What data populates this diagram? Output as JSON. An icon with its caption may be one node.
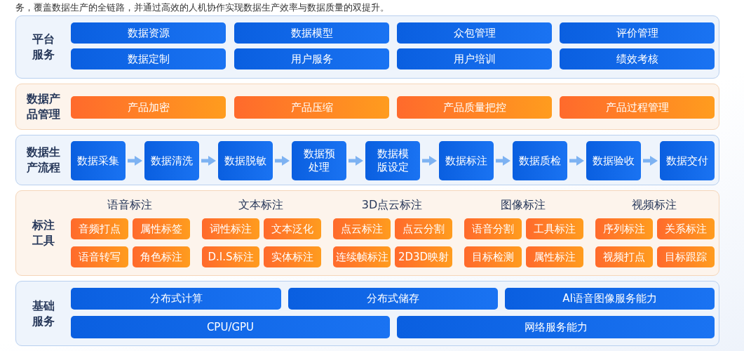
{
  "diagram": {
    "nodes": [
      {
        "text": [
          "平台服务"
        ]
      },
      {
        "text": [
          "数据资源"
        ],
        "in": 0
      },
      {
        "text": [
          "数据模型"
        ],
        "in": 0
      },
      {
        "text": [
          "众包管理"
        ],
        "in": 0
      },
      {
        "text": [
          "评价管理"
        ],
        "in": 0
      },
      {
        "text": [
          "数据定制"
        ],
        "in": 0
      },
      {
        "text": [
          "用户服务"
        ],
        "in": 0
      },
      {
        "text": [
          "用户培训"
        ],
        "in": 0
      },
      {
        "text": [
          "绩效考核"
        ],
        "in": 0
      },
      {
        "text": [
          "数据产品管理"
        ]
      },
      {
        "text": [
          "产品加密"
        ],
        "in": 9
      },
      {
        "text": [
          "产品压缩"
        ],
        "in": 9
      },
      {
        "text": [
          "产品质量把控"
        ],
        "in": 9
      },
      {
        "text": [
          "产品过程管理"
        ],
        "in": 9
      },
      {
        "text": [
          "数据生产流程"
        ]
      },
      {
        "text": [
          "数据采集"
        ],
        "in": 14
      },
      {
        "text": [
          "数据清洗"
        ],
        "in": 14
      },
      {
        "text": [
          "数据脱敏"
        ],
        "in": 14
      },
      {
        "text": [
          "数据预处理"
        ],
        "in": 14
      },
      {
        "text": [
          "数据模版设定"
        ],
        "in": 14
      },
      {
        "text": [
          "数据标注"
        ],
        "in": 14
      },
      {
        "text": [
          "数据质检"
        ],
        "in": 14
      },
      {
        "text": [
          "数据验收"
        ],
        "in": 14
      },
      {
        "text": [
          "数据交付"
        ],
        "in": 14
      },
      {
        "text": [
          "标注工具"
        ]
      },
      {
        "text": [
          "音频打点"
        ],
        "in": 24
      },
      {
        "text": [
          "属性标签"
        ],
        "in": 24
      },
      {
        "text": [
          "词性标注"
        ],
        "in": 24
      },
      {
        "text": [
          "文本泛化"
        ],
        "in": 24
      },
      {
        "text": [
          "点云标注"
        ],
        "in": 24
      },
      {
        "text": [
          "点云分割"
        ],
        "in": 24
      },
      {
        "text": [
          "语音分割"
        ],
        "in": 24
      },
      {
        "text": [
          "工具标注"
        ],
        "in": 24
      },
      {
        "text": [
          "序列标注"
        ],
        "in": 24
      },
      {
        "text": [
          "关系标注"
        ],
        "in": 24
      },
      {
        "text": [
          "语音转写"
        ],
        "in": 24
      },
      {
        "text": [
          "角色标注"
        ],
        "in": 24
      },
      {
        "text": [
          "D.I.S标注"
        ],
        "in": 24
      },
      {
        "text": [
          "实体标注"
        ],
        "in": 24
      },
      {
        "text": [
          "连续帧标注"
        ],
        "in": 24
      },
      {
        "text": [
          "2D3D映射"
        ],
        "in": 24
      },
      {
        "text": [
          "目标检测"
        ],
        "in": 24
      },
      {
        "text": [
          "属性标注"
        ],
        "in": 24
      },
      {
        "text": [
          "视频打点"
        ],
        "in": 24
      },
      {
        "text": [
          "目标跟踪"
        ],
        "in": 24
      },
      {
        "text": [
          "基础服务"
        ]
      },
      {
        "text": [
          "分布式计算"
        ],
        "in": 45
      },
      {
        "text": [
          "分布式储存"
        ],
        "in": 45
      },
      {
        "text": [
          "AI语音图像服务能力"
        ],
        "in": 45
      },
      {
        "text": [
          "CPU/GPU"
        ],
        "in": 45
      },
      {
        "text": [
          "网络服务能力"
        ],
        "in": 45
      }
    ],
    "edges": [
      {
        "from": 15,
        "to": 16,
        "arrow": "to"
      },
      {
        "from": 16,
        "to": 17,
        "arrow": "to"
      },
      {
        "from": 17,
        "to": 18,
        "arrow": "to"
      },
      {
        "from": 18,
        "to": 19,
        "arrow": "to"
      },
      {
        "from": 19,
        "to": 20,
        "arrow": "to"
      },
      {
        "from": 20,
        "to": 21,
        "arrow": "to"
      },
      {
        "from": 21,
        "to": 22,
        "arrow": "to"
      },
      {
        "from": 22,
        "to": 23,
        "arrow": "to"
      }
    ],
    "labels": [
      "务，覆盖数据生产的全链路，并通过高效的人机协作实现数据生产效率与数据质量的双提升。",
      "语音标注",
      "文本标注",
      "3D点云标注",
      "图像标注",
      "视频标注"
    ]
  }
}
